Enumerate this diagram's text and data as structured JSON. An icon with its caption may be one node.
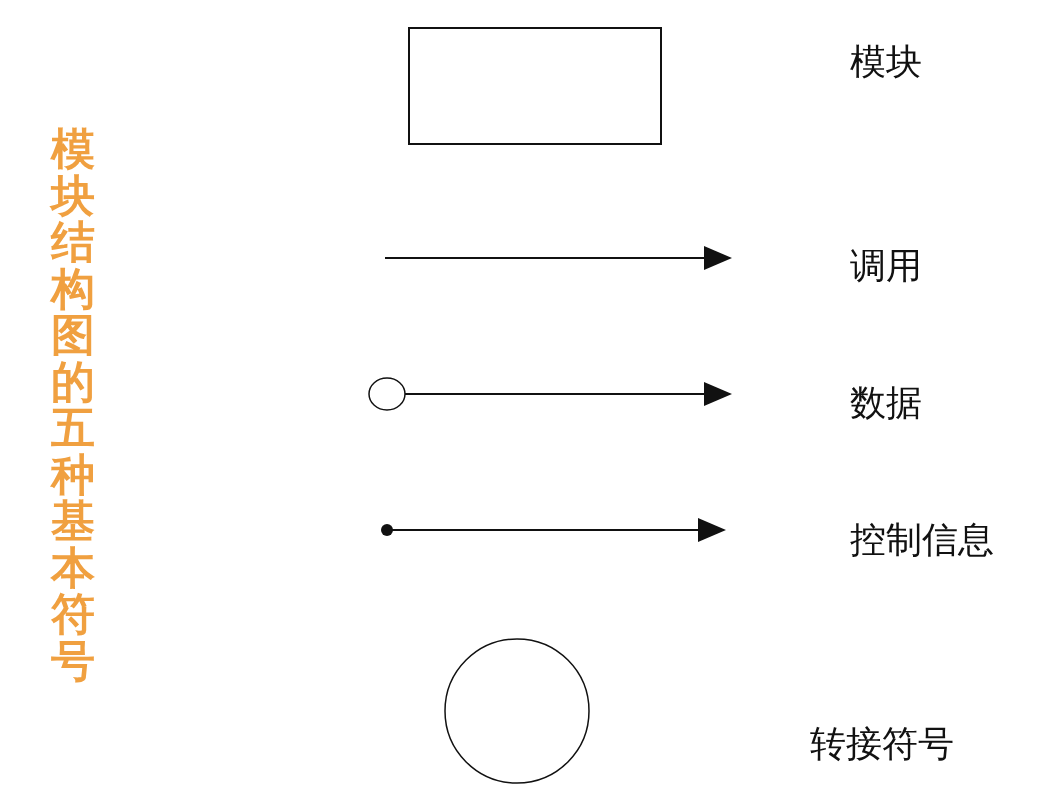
{
  "diagram": {
    "title": "模块结构图的五种基本符号",
    "nodes": [
      {
        "text": [],
        "shape": "box"
      },
      {
        "text": [],
        "shape": "circle"
      }
    ],
    "labels": [
      "模块",
      "转接符号"
    ],
    "legend": [
      {
        "text": "调用"
      },
      {
        "text": "数据"
      },
      {
        "text": "控制信息"
      }
    ]
  }
}
